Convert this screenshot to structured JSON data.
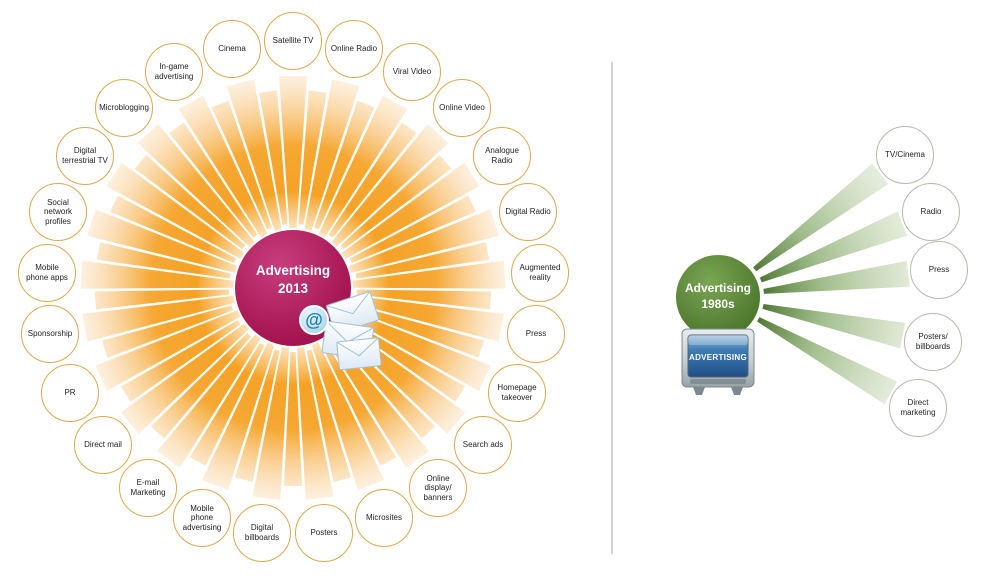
{
  "left": {
    "hub": {
      "title_line1": "Advertising",
      "title_line2": "2013",
      "at_symbol": "@"
    },
    "nodes": [
      {
        "label": "Satellite TV"
      },
      {
        "label": "Online Radio"
      },
      {
        "label": "Viral Video"
      },
      {
        "label": "Online Video"
      },
      {
        "label": "Analogue Radio"
      },
      {
        "label": "Digital Radio"
      },
      {
        "label": "Augmented reality"
      },
      {
        "label": "Press"
      },
      {
        "label": "Homepage takeover"
      },
      {
        "label": "Search ads"
      },
      {
        "label": "Online display/ banners"
      },
      {
        "label": "Microsites"
      },
      {
        "label": "Posters"
      },
      {
        "label": "Digital billboards"
      },
      {
        "label": "Mobile phone advertising"
      },
      {
        "label": "E-mail Marketing"
      },
      {
        "label": "Direct mail"
      },
      {
        "label": "PR"
      },
      {
        "label": "Sponsorship"
      },
      {
        "label": "Mobile phone apps"
      },
      {
        "label": "Social network profiles"
      },
      {
        "label": "Digital terrestrial TV"
      },
      {
        "label": "Microblogging"
      },
      {
        "label": "In-game advertising"
      },
      {
        "label": "Cinema"
      }
    ]
  },
  "right": {
    "hub": {
      "title_line1": "Advertising",
      "title_line2": "1980s"
    },
    "tv_screen_text": "ADVERTISING",
    "nodes": [
      {
        "label": "TV/Cinema"
      },
      {
        "label": "Radio"
      },
      {
        "label": "Press"
      },
      {
        "label": "Posters/ billboards"
      },
      {
        "label": "Direct marketing"
      }
    ]
  },
  "colors": {
    "hub_left": "#b01e5e",
    "hub_right": "#5a8a38",
    "ray_orange": "#f39200",
    "ray_green": "#4d7a2f",
    "node_border_left": "#dba94e",
    "node_border_right": "#b3bba9",
    "divider": "#d2d2d2"
  }
}
